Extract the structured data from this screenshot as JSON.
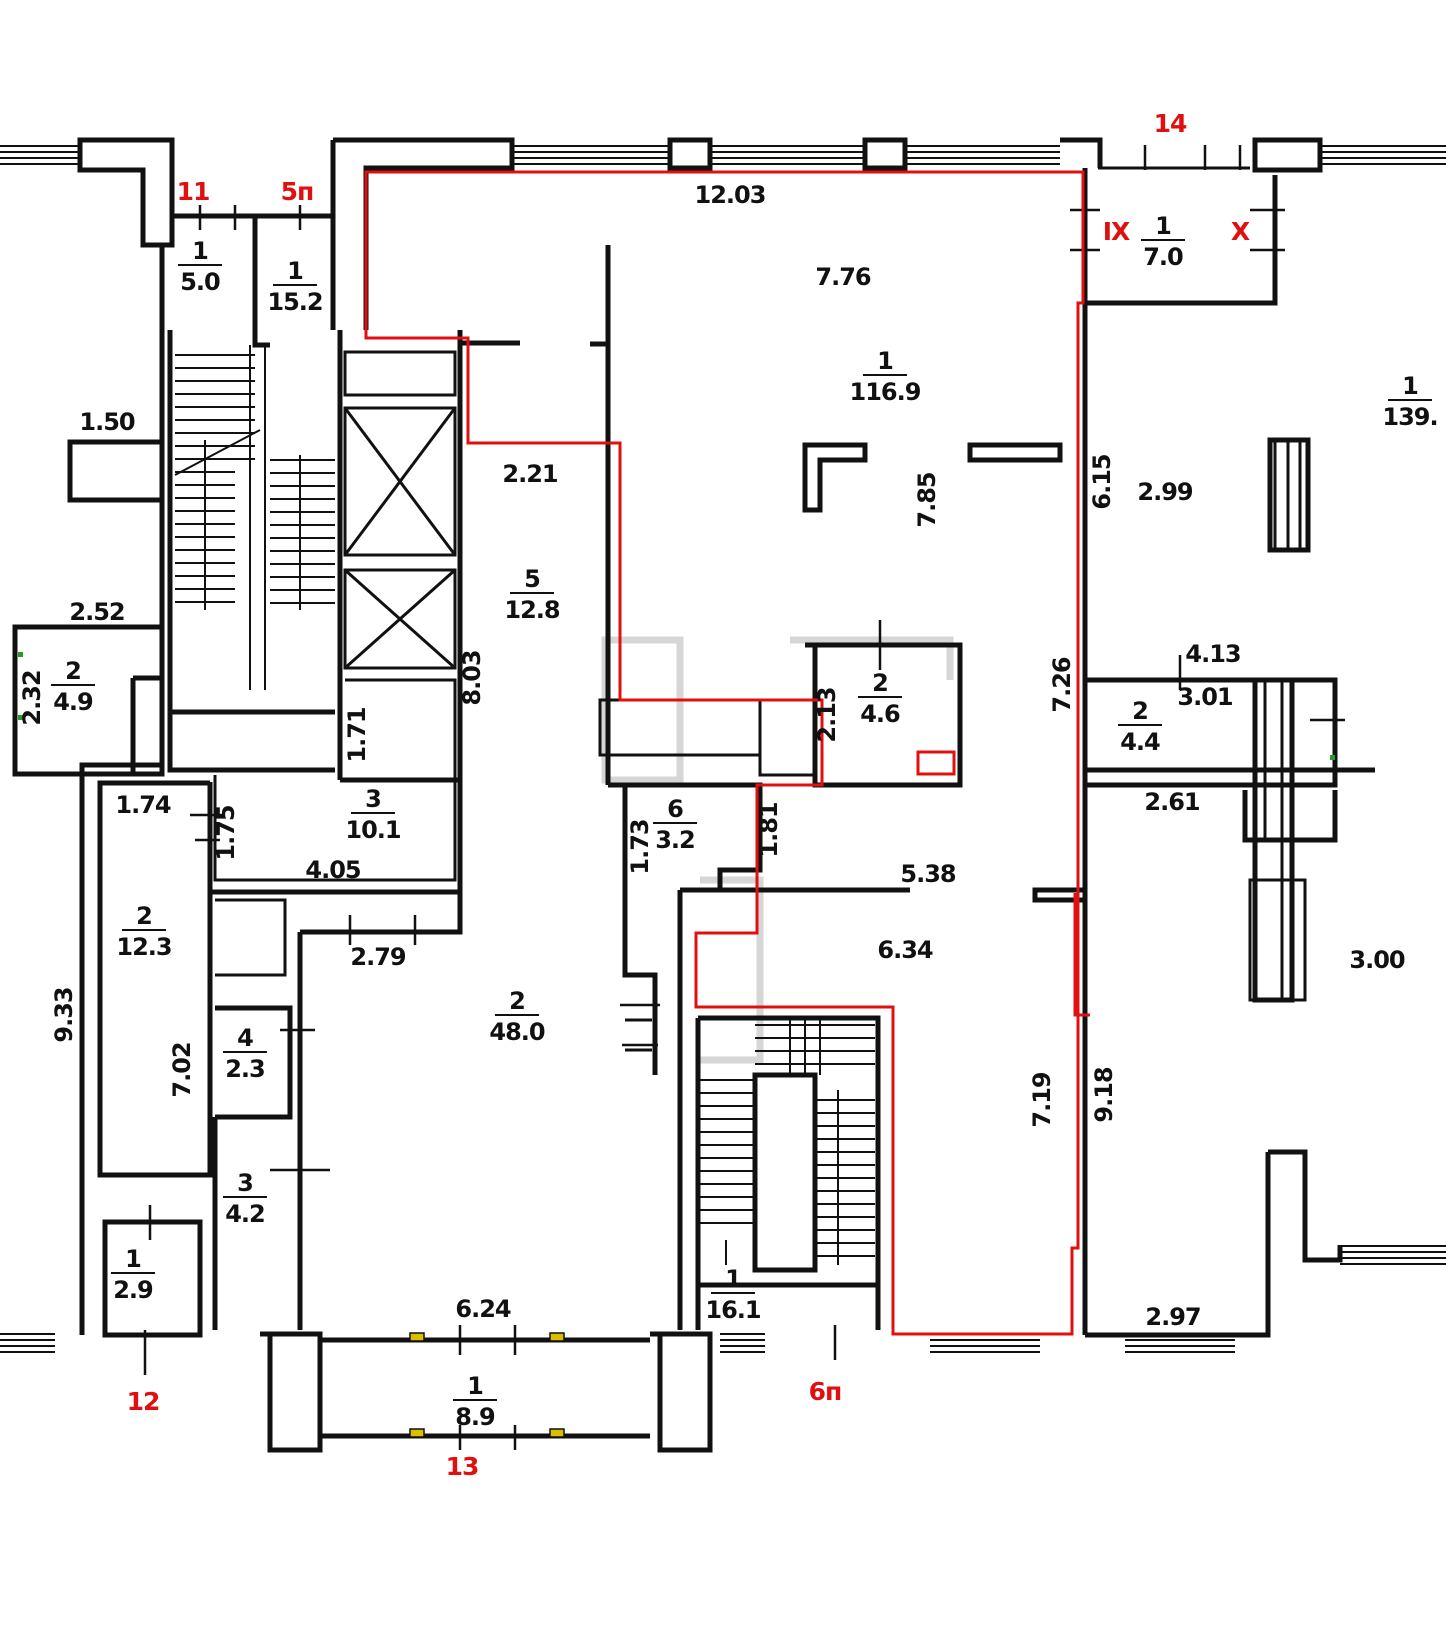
{
  "colors": {
    "wall": "#111111",
    "outline": "#e01010",
    "label": "#111111",
    "marker": "#e01010",
    "faint": "#d6d6d6"
  },
  "rooms": [
    {
      "num": "1",
      "area": "5.0"
    },
    {
      "num": "1",
      "area": "15.2"
    },
    {
      "num": "1",
      "area": "116.9"
    },
    {
      "num": "1",
      "area": "7.0"
    },
    {
      "num": "1",
      "area": "139."
    },
    {
      "num": "2",
      "area": "4.9"
    },
    {
      "num": "5",
      "area": "12.8"
    },
    {
      "num": "2",
      "area": "4.6"
    },
    {
      "num": "2",
      "area": "4.4"
    },
    {
      "num": "3",
      "area": "10.1"
    },
    {
      "num": "6",
      "area": "3.2"
    },
    {
      "num": "2",
      "area": "12.3"
    },
    {
      "num": "2",
      "area": "48.0"
    },
    {
      "num": "4",
      "area": "2.3"
    },
    {
      "num": "3",
      "area": "4.2"
    },
    {
      "num": "1",
      "area": "2.9"
    },
    {
      "num": "1",
      "area": "16.1"
    },
    {
      "num": "1",
      "area": "8.9"
    }
  ],
  "dimensions": [
    "12.03",
    "7.76",
    "1.50",
    "2.21",
    "7.85",
    "6.15",
    "2.99",
    "2.52",
    "2.32",
    "8.03",
    "7.26",
    "4.13",
    "3.01",
    "2.13",
    "1.71",
    "1.74",
    "1.75",
    "4.05",
    "1.73",
    "1.81",
    "5.38",
    "2.61",
    "2.79",
    "6.34",
    "3.00",
    "9.33",
    "7.02",
    "7.19",
    "9.18",
    "6.24",
    "2.97"
  ],
  "markers": [
    "11",
    "5п",
    "14",
    "IX",
    "X",
    "12",
    "13",
    "6п"
  ]
}
